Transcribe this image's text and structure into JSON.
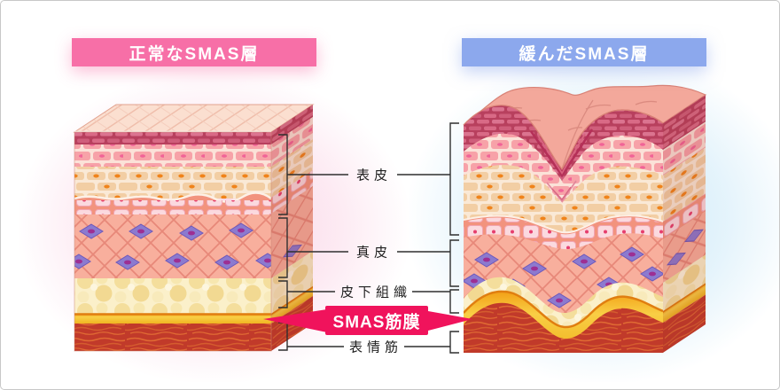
{
  "headers": {
    "normal": "正常なSMAS層",
    "loosened": "緩んだSMAS層"
  },
  "layer_labels": {
    "epidermis": "表皮",
    "dermis": "真皮",
    "subcutaneous": "皮下組織",
    "smas_fascia": "SMAS筋膜",
    "facial_muscle": "表情筋"
  },
  "colors": {
    "header_normal_bg": "#F76FA7",
    "header_loosened_bg": "#8CA8ED",
    "header_text": "#FFFFFF",
    "smas_ribbon_bg": "#F0135C",
    "smas_ribbon_text": "#FFFFFF",
    "label_text": "#1F1F1F",
    "callout_line": "#2F2F2F",
    "skin_surface_peach": "#FBDFD0",
    "stratum_dark_pink": "#B8405E",
    "epidermis_brick_pink": "#F7A2A8",
    "epidermis_brick_tan": "#F2CEA4",
    "basal_salmon": "#F2937E",
    "dermis_salmon": "#F8AF9D",
    "dermis_fiber": "#E48173",
    "dermis_diamond_purple": "#8C7ACF",
    "fat_cream": "#FBF0CA",
    "smas_layer_gold": "#F7C93B",
    "smas_layer_edge_orange": "#E07E10",
    "muscle_red": "#C13A2A",
    "muscle_fiber_orange": "#E06A33",
    "glow_left_pink": "#F6AACD",
    "glow_right_blue": "#A0D6F2",
    "frame_border": "#C8C8C8"
  }
}
